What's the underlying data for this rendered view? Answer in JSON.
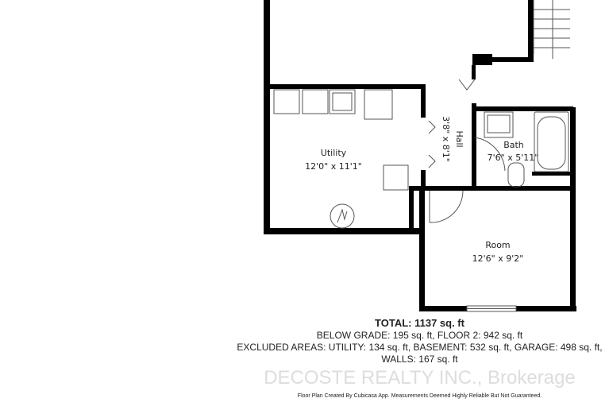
{
  "rooms": {
    "utility": {
      "name": "Utility",
      "dims": "12'0\" x 11'1\""
    },
    "hall": {
      "name": "Hall",
      "dims": "3'8\" x 8'1\""
    },
    "bath": {
      "name": "Bath",
      "dims": "7'6\" x 5'11\""
    },
    "room": {
      "name": "Room",
      "dims": "12'6\" x 9'2\""
    }
  },
  "summary": {
    "total": "TOTAL: 1137 sq. ft",
    "below_grade": "BELOW GRADE: 195 sq. ft, FLOOR 2: 942 sq. ft",
    "excluded": "EXCLUDED AREAS: UTILITY: 134 sq. ft, BASEMENT: 532 sq. ft, GARAGE: 498 sq. ft,",
    "walls": "WALLS: 167 sq. ft"
  },
  "watermark": "DECOSTE REALTY INC., Brokerage",
  "credit": "Floor Plan Created By Cubicasa App. Measurements Deemed Highly Reliable But Not Guaranteed.",
  "colors": {
    "wall": "#000000",
    "line": "#555555",
    "watermark": "#dddddd"
  }
}
